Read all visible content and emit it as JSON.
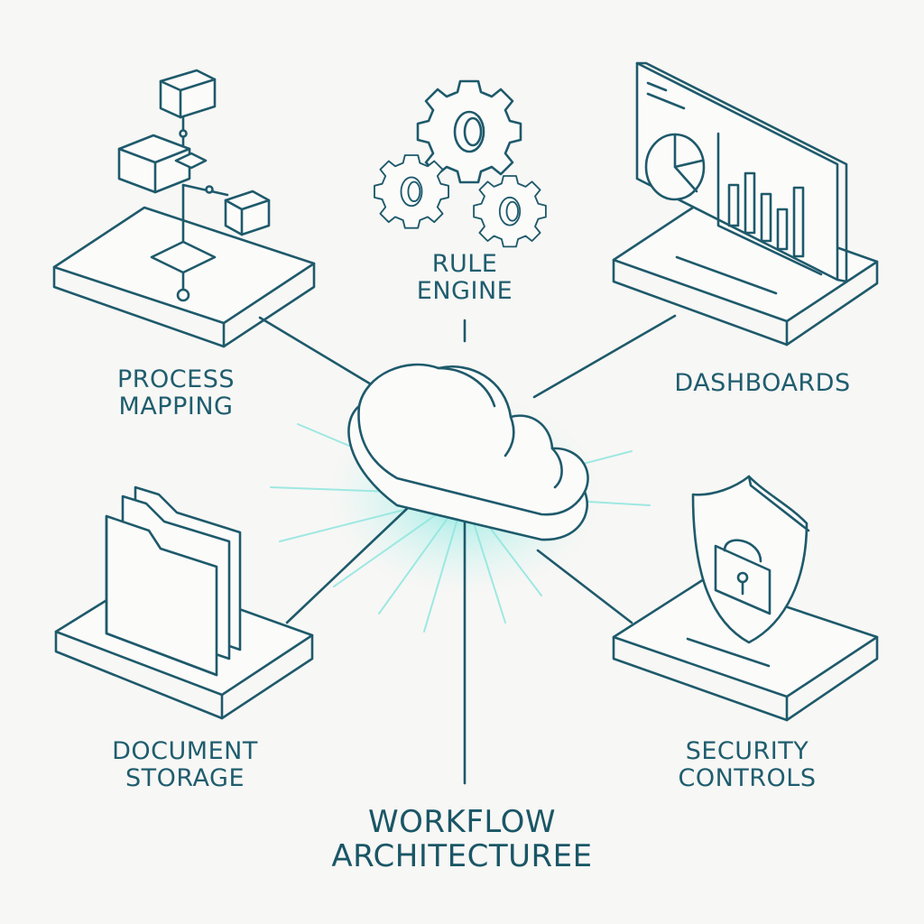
{
  "title": {
    "line1": "WORKFLOW",
    "line2": "ARCHITECTUREE"
  },
  "nodes": {
    "process_mapping": {
      "line1": "PROCESS",
      "line2": "MAPPING",
      "icon": "flowchart-icon"
    },
    "rule_engine": {
      "line1": "RULE",
      "line2": "ENGINE",
      "icon": "gears-icon"
    },
    "dashboards": {
      "line1": "DASHBOARDS",
      "icon": "monitor-chart-icon"
    },
    "document_storage": {
      "line1": "DOCUMENT",
      "line2": "STORAGE",
      "icon": "folder-icon"
    },
    "security_controls": {
      "line1": "SECURITY",
      "line2": "CONTROLS",
      "icon": "shield-lock-icon"
    },
    "hub": {
      "icon": "cloud-icon"
    }
  },
  "colors": {
    "stroke": "#1e5a6b",
    "glow": "#56e0d8",
    "background": "#f7f7f5"
  }
}
